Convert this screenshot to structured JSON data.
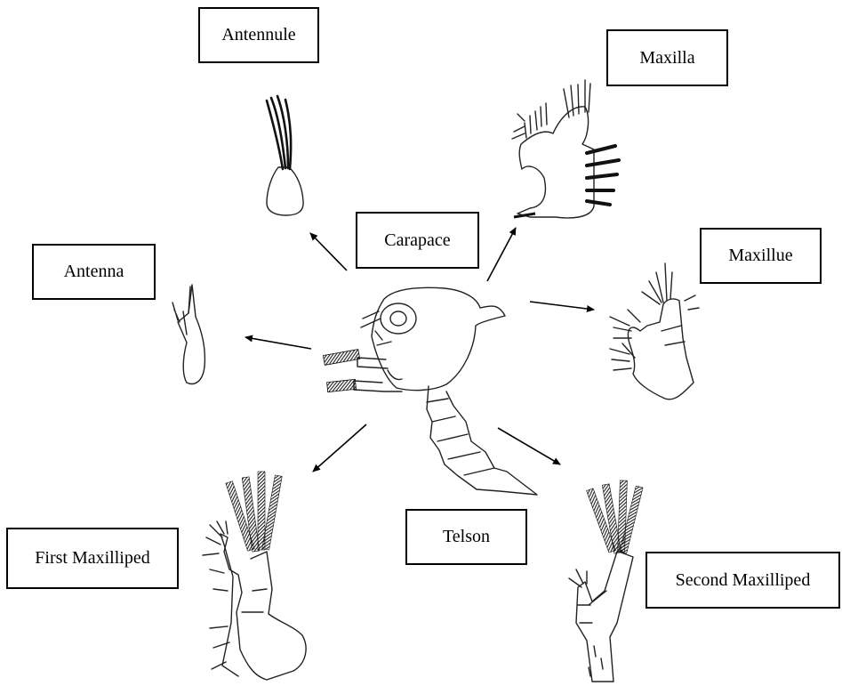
{
  "labels": {
    "antennule": "Antennule",
    "maxilla": "Maxilla",
    "carapace": "Carapace",
    "maxillue": "Maxillue",
    "antenna": "Antenna",
    "telson": "Telson",
    "first_maxilliped": "First Maxilliped",
    "second_maxilliped": "Second Maxilliped"
  }
}
